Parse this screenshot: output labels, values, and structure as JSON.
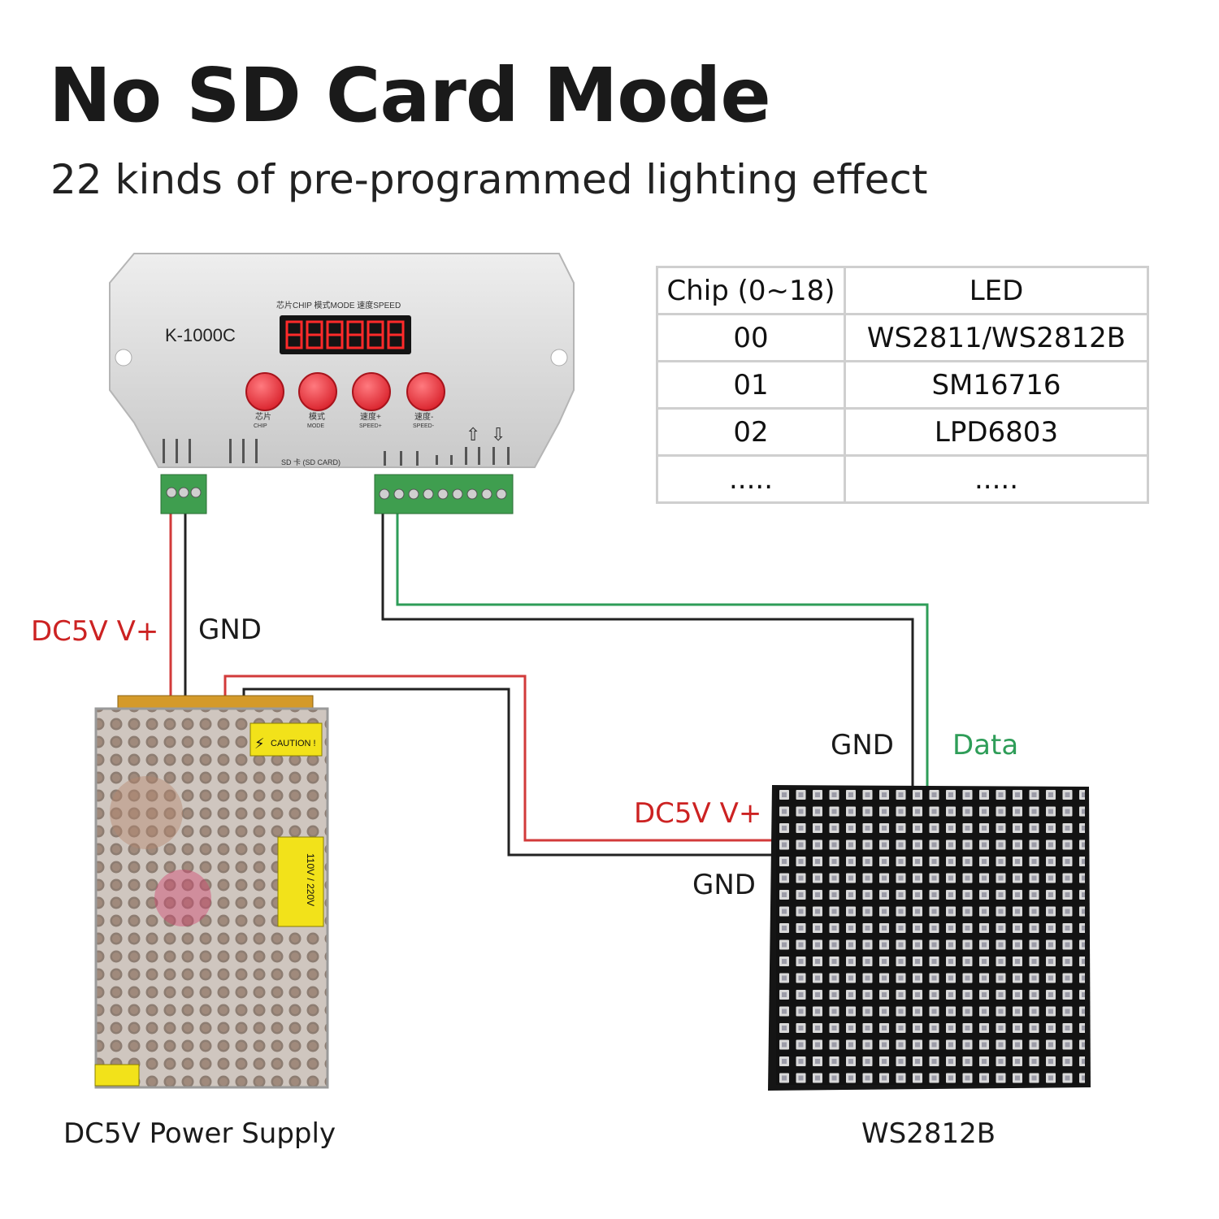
{
  "title": "No SD Card Mode",
  "subtitle": "22 kinds of pre-programmed lighting effect",
  "table": {
    "headers": [
      "Chip (0~18)",
      "LED"
    ],
    "rows": [
      [
        "00",
        "WS2811/WS2812B"
      ],
      [
        "01",
        "SM16716"
      ],
      [
        "02",
        "LPD6803"
      ],
      [
        ".....",
        "....."
      ]
    ]
  },
  "controller": {
    "model": "K-1000C",
    "display_label": "芯片CHIP  模式MODE  速度SPEED",
    "buttons": [
      {
        "cn": "芯片",
        "en": "CHIP"
      },
      {
        "cn": "模式",
        "en": "MODE"
      },
      {
        "cn": "速度+",
        "en": "SPEED+"
      },
      {
        "cn": "速度-",
        "en": "SPEED-"
      }
    ],
    "sd_label": "SD 卡 (SD CARD)"
  },
  "wire_labels": {
    "psu_vplus": "DC5V V+",
    "psu_gnd": "GND",
    "panel_gnd_top": "GND",
    "panel_data": "Data",
    "panel_vplus": "DC5V V+",
    "panel_gnd_left": "GND"
  },
  "captions": {
    "power_supply": "DC5V Power Supply",
    "panel": "WS2812B"
  },
  "psu_stickers": {
    "caution": "CAUTION !",
    "voltage": "110V / 220V"
  },
  "colors": {
    "red_wire": "#d23a3a",
    "green_wire": "#2e9d58",
    "black_wire": "#222222",
    "button_red": "#e8323c",
    "display_red": "#ff2a2a",
    "terminal_green": "#3f9e4f",
    "panel_black": "#151515"
  }
}
